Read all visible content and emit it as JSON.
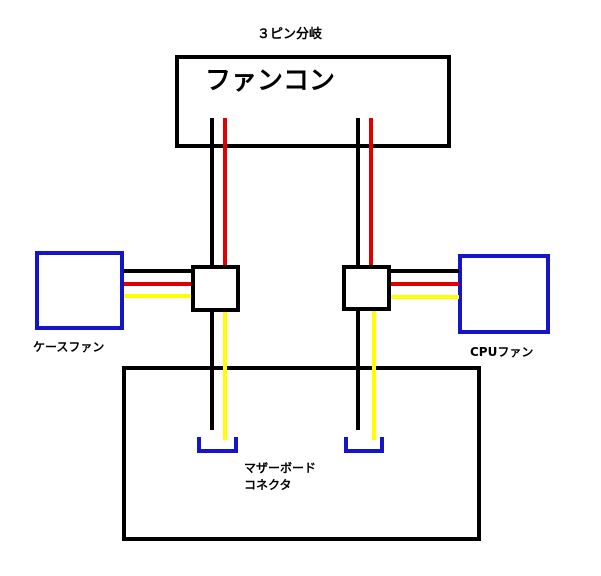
{
  "title": "３ピン分岐",
  "fan_controller": {
    "label": "ファンコン"
  },
  "case_fan": {
    "label": "ケースファン"
  },
  "cpu_fan": {
    "label": "CPUファン"
  },
  "motherboard": {
    "label_line1": "マザーボード",
    "label_line2": "コネクタ"
  },
  "colors": {
    "outline": "#000000",
    "fan_box": "#1414c8",
    "wire_black": "#000000",
    "wire_red": "#e00000",
    "wire_yellow": "#ffff00",
    "connector": "#1414c8"
  }
}
